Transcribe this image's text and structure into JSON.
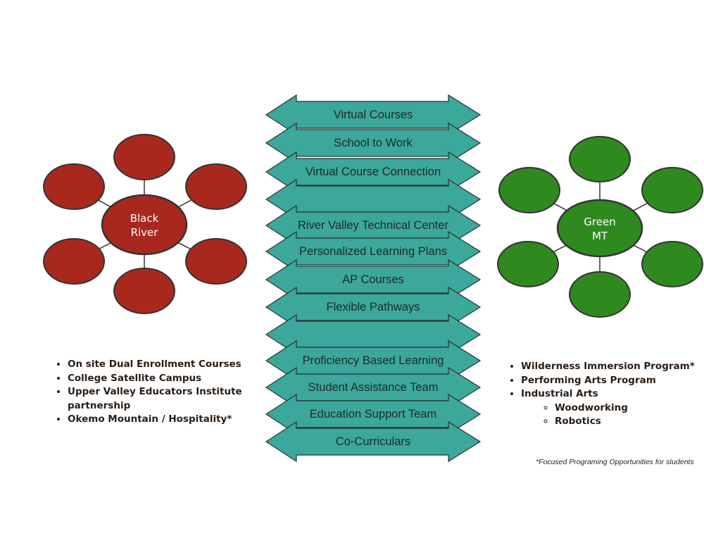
{
  "left_cluster": {
    "hub_label_line1": "Black",
    "hub_label_line2": "River",
    "hub_color": "#a8281d",
    "satellite_count": 6
  },
  "right_cluster": {
    "hub_label_line1": "Green",
    "hub_label_line2": "MT",
    "hub_color": "#2e8a1f",
    "satellite_count": 6
  },
  "bands": {
    "fill_color": "#3ca79b",
    "items": [
      "Virtual Courses",
      "School to Work",
      "Virtual Course Connection",
      "",
      "River Valley Technical Center",
      "Personalized Learning Plans",
      "AP Courses",
      "Flexible Pathways",
      "",
      "Proficiency Based Learning",
      "Student Assistance Team",
      "Education Support Team",
      "Co-Curriculars"
    ]
  },
  "left_list": [
    "On site Dual Enrollment Courses",
    "College Satellite Campus",
    "Upper Valley Educators Institute partnership",
    "Okemo Mountain / Hospitality*"
  ],
  "right_list": {
    "items": [
      "Wilderness Immersion Program*",
      "Performing Arts Program",
      "Industrial Arts"
    ],
    "sub_items": [
      "Woodworking",
      "Robotics"
    ]
  },
  "footnote": "*Focused Programing Opportunities for students"
}
